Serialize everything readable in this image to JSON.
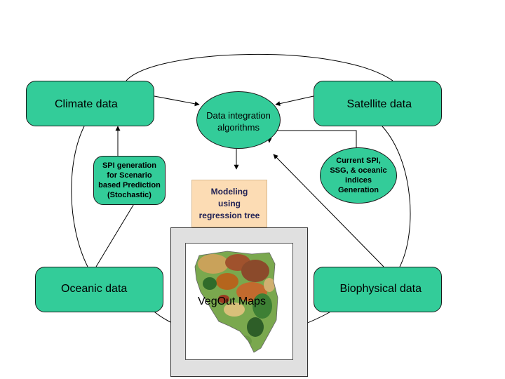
{
  "nodes": {
    "climate": "Climate data",
    "satellite": "Satellite data",
    "oceanic": "Oceanic data",
    "biophysical": "Biophysical data",
    "integration": [
      "Data integration",
      "algorithms"
    ],
    "spi_generation": [
      "SPI generation",
      "for Scenario",
      "based Prediction",
      "(Stochastic)"
    ],
    "current_spi": [
      "Current SPI,",
      "SSG, & oceanic",
      "indices",
      "Generation"
    ],
    "modeling": [
      "Modeling",
      "using",
      "regression tree"
    ],
    "vegout": "VegOut Maps"
  },
  "colors": {
    "box_fill": "#33cc99",
    "modeling_fill": "#fcdcb4",
    "modeling_text": "#222255",
    "frame": "#e0e0e0",
    "map_green": "#4a8f3a",
    "map_brown": "#a0522d"
  },
  "icons": {
    "map": "vegetation-outlook-map-icon"
  }
}
